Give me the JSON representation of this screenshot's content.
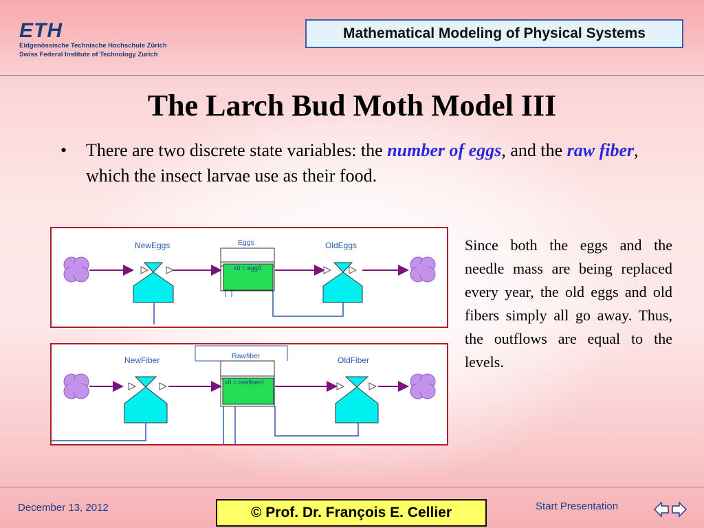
{
  "header": {
    "logo_text": "ETH",
    "logo_line1": "Eidgenössische Technische Hochschule Zürich",
    "logo_line2": "Swiss Federal Institute of Technology Zurich",
    "course_title": "Mathematical Modeling of Physical Systems"
  },
  "slide": {
    "title": "The Larch Bud Moth Model III",
    "bullet": {
      "part1": "There are two discrete state variables: the ",
      "em1": "number of eggs",
      "part2": ", and the ",
      "em2": "raw fiber",
      "part3": ", which the insect larvae use as their food."
    },
    "side_text": "Since both the eggs and the needle mass are being replaced every year, the old eggs and old fibers simply all go away.  Thus, the outflows are equal to the levels."
  },
  "diagram_eggs": {
    "inflow_label": "NewEggs",
    "level_label": "Eggs",
    "level_param": "x0 = egg0",
    "outflow_label": "OldEggs"
  },
  "diagram_fiber": {
    "inflow_label": "NewFiber",
    "level_label": "Rawfiber",
    "level_param": "x0 = rawfiber0",
    "outflow_label": "OldFiber"
  },
  "footer": {
    "date": "December 13, 2012",
    "copyright": "©  Prof. Dr. François E. Cellier",
    "start_label": "Start Presentation"
  },
  "colors": {
    "accent_blue": "#2a2adc",
    "cloud": "#c393ec",
    "valve": "#00f0f0",
    "level": "#22dd55",
    "frame": "#b01c2a",
    "footer_box": "#ffff66"
  }
}
